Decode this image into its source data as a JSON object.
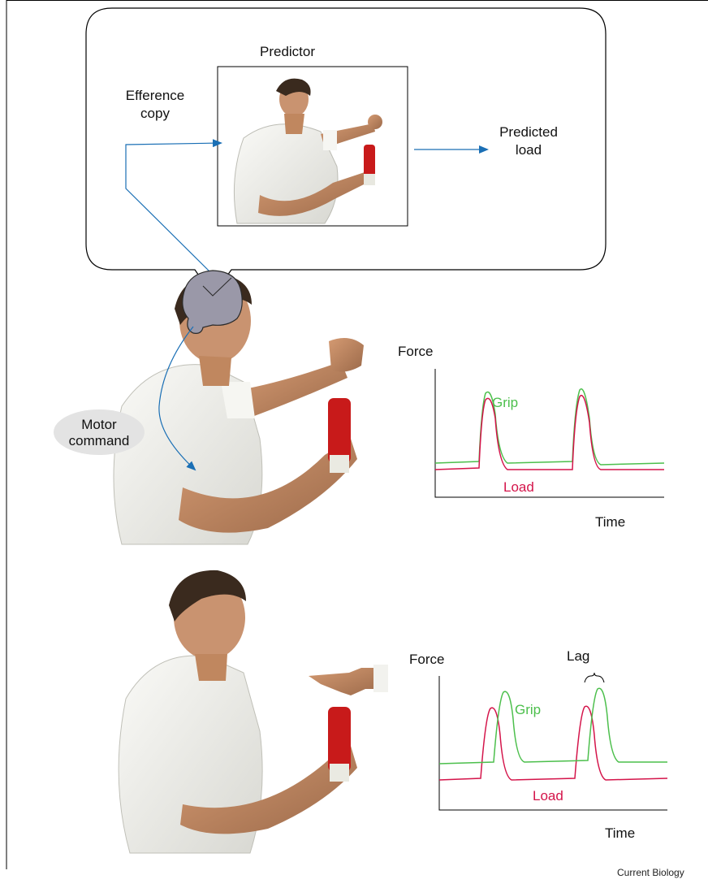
{
  "predictor": {
    "title": "Predictor",
    "efference_line1": "Efference",
    "efference_line2": "copy",
    "predicted_line1": "Predicted",
    "predicted_line2": "load"
  },
  "motor": {
    "line1": "Motor",
    "line2": "command"
  },
  "graph_top": {
    "force_label": "Force",
    "time_label": "Time",
    "grip_label": "Grip",
    "load_label": "Load"
  },
  "graph_bottom": {
    "force_label": "Force",
    "time_label": "Time",
    "grip_label": "Grip",
    "load_label": "Load",
    "lag_label": "Lag"
  },
  "credit": "Current Biology",
  "colors": {
    "grip": "#4cbf4c",
    "load": "#d4144a",
    "arrow": "#1a6fb5",
    "brain": "#9a98a8",
    "shirt": "#eeeeea",
    "skin": "#b9825e",
    "hair": "#3a2a1e",
    "handle": "#c81a1a"
  }
}
